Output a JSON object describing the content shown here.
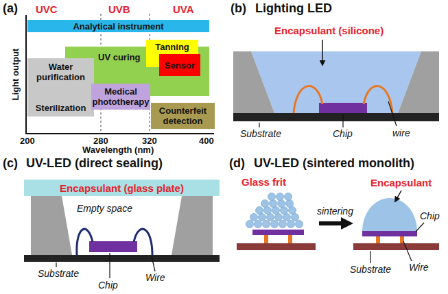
{
  "diagram": {
    "nodes": [
      {
        "text": [
          "Analytical instrument"
        ]
      },
      {
        "text": [
          "Water purification",
          "Sterilization"
        ]
      },
      {
        "text": [
          "UV curing"
        ]
      },
      {
        "text": [
          "Tanning"
        ]
      },
      {
        "text": [
          "Sensor"
        ]
      },
      {
        "text": [
          "Medical phototherapy"
        ]
      },
      {
        "text": [
          "Counterfeit detection"
        ]
      },
      {
        "text": [
          "Encapsulant (glass plate)"
        ]
      }
    ],
    "labels": [
      "(a)",
      "UVC",
      "UVB",
      "UVA",
      "Light output",
      "200",
      "280",
      "320",
      "400",
      "Wavelength (nm)",
      "(b)",
      "Lighting LED",
      "Encapsulant (silicone)",
      "Substrate",
      "Chip",
      "wire",
      "(c)",
      "UV-LED (direct sealing)",
      "Empty space",
      "Substrate",
      "Chip",
      "Wire",
      "(d)",
      "UV-LED (sintered monolith)",
      "Glass frit",
      "sintering",
      "Encapsulant",
      "Chip",
      "Substrate",
      "Wire"
    ]
  }
}
